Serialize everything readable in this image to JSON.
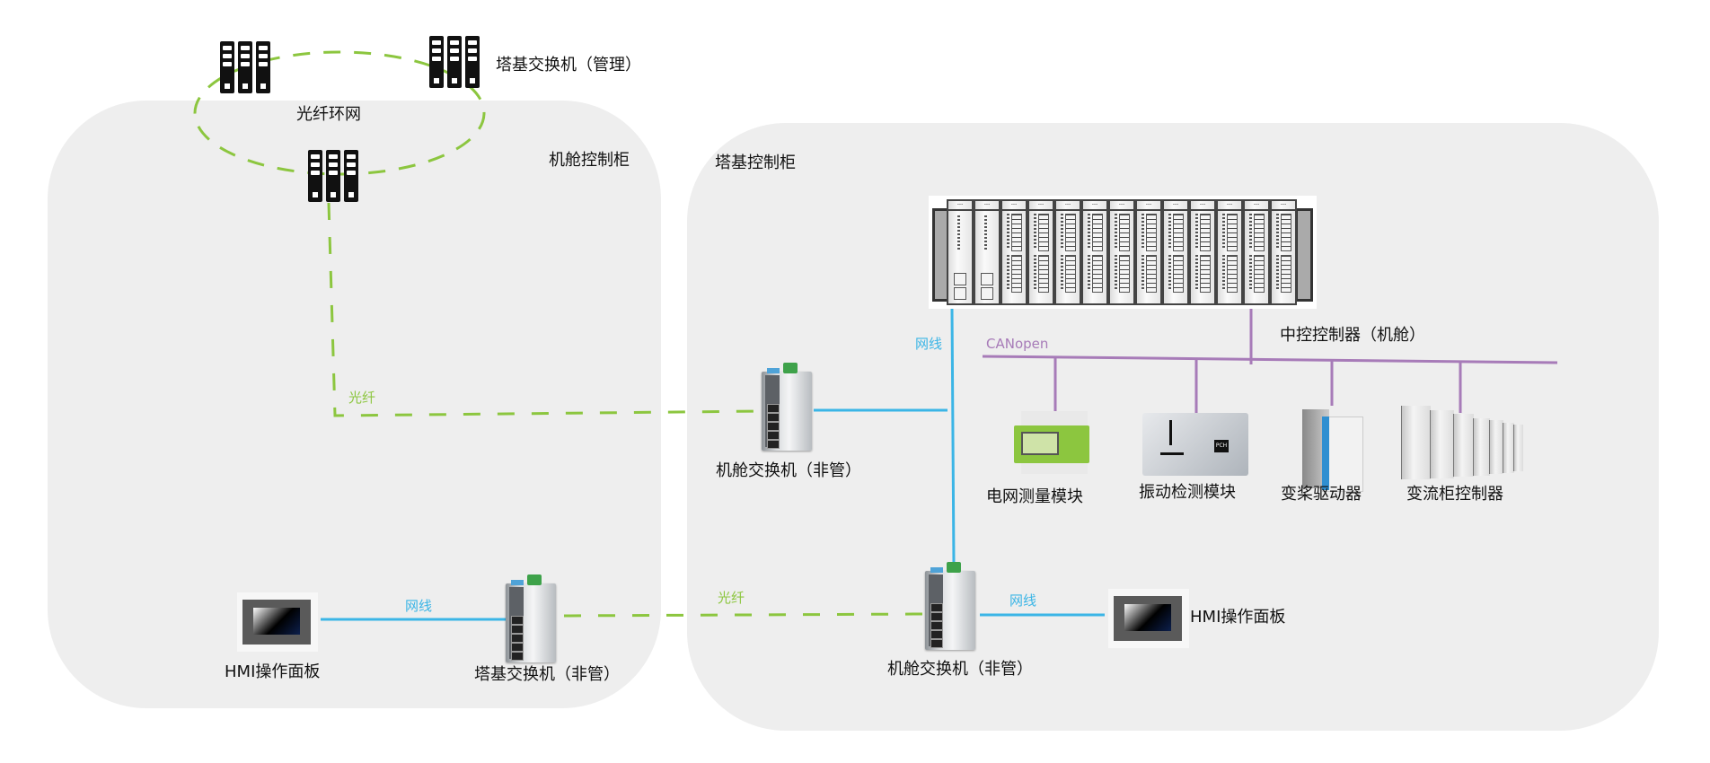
{
  "containers": {
    "nacelle_cabinet": "机舱控制柜",
    "tower_cabinet": "塔基控制柜"
  },
  "ring": {
    "label": "光纤环网",
    "switch_label": "塔基交换机（管理）"
  },
  "devices": {
    "nacelle_switch_top": "机舱交换机（非管）",
    "nacelle_switch_bottom": "机舱交换机（非管）",
    "tower_switch": "塔基交换机（非管）",
    "hmi_left": "HMI操作面板",
    "hmi_right": "HMI操作面板",
    "main_controller": "中控控制器（机舱）",
    "field": [
      {
        "label": "电网测量模块"
      },
      {
        "label": "振动检测模块"
      },
      {
        "label": "变桨驱动器"
      },
      {
        "label": "变流柜控制器"
      }
    ]
  },
  "links": {
    "fiber": "光纤",
    "ethernet": "网线",
    "bus": "CANopen"
  },
  "plc": {
    "slot_header": "---"
  },
  "vibration_logo": "PCH",
  "colors": {
    "fiber": "#8cc63f",
    "ethernet": "#3bb5e6",
    "bus": "#a77bb8",
    "panel": "#eeeeee"
  }
}
